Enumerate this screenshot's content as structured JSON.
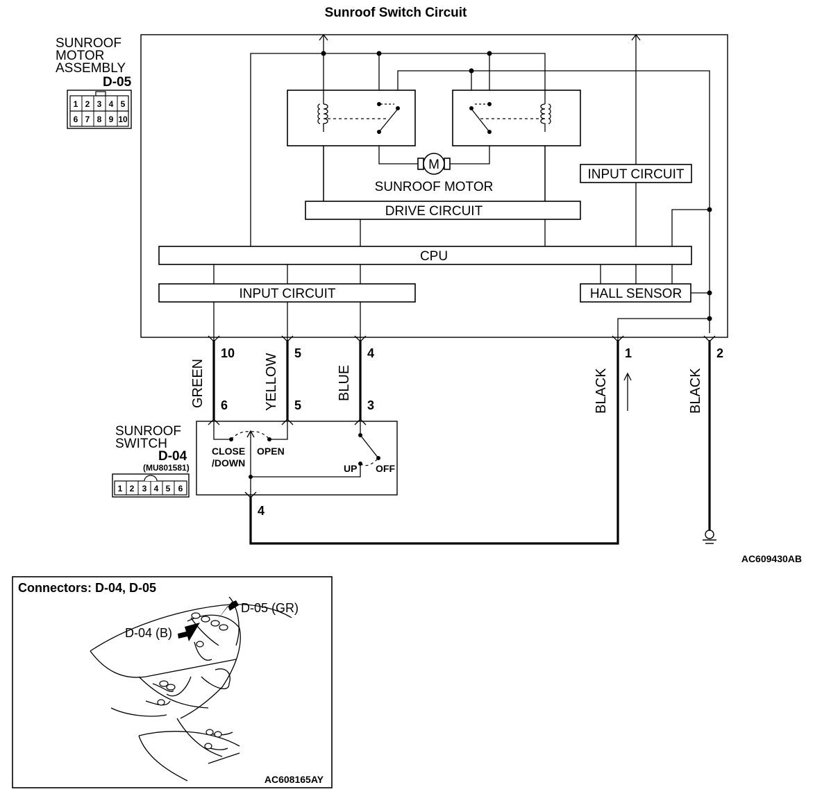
{
  "title": "Sunroof Switch Circuit",
  "motor_assembly": {
    "label_lines": [
      "SUNROOF",
      "MOTOR",
      "ASSEMBLY"
    ],
    "connector_id": "D-05",
    "connector_pins_top": [
      "1",
      "2",
      "3",
      "4",
      "5"
    ],
    "connector_pins_bottom": [
      "6",
      "7",
      "8",
      "9",
      "10"
    ]
  },
  "blocks": {
    "motor": "SUNROOF MOTOR",
    "motor_symbol": "M",
    "drive_circuit": "DRIVE CIRCUIT",
    "cpu": "CPU",
    "input_circuit_top": "INPUT CIRCUIT",
    "input_circuit_bottom": "INPUT CIRCUIT",
    "hall_sensor": "HALL SENSOR"
  },
  "wires": {
    "green": {
      "color": "GREEN",
      "pin_top": "10",
      "pin_bottom": "6"
    },
    "yellow": {
      "color": "YELLOW",
      "pin_top": "5",
      "pin_bottom": "5"
    },
    "blue": {
      "color": "BLUE",
      "pin_top": "4",
      "pin_bottom": "3"
    },
    "black1": {
      "color": "BLACK",
      "pin_top": "1"
    },
    "black2": {
      "color": "BLACK",
      "pin_top": "2"
    }
  },
  "sunroof_switch": {
    "label_lines": [
      "SUNROOF",
      "SWITCH"
    ],
    "connector_id": "D-04",
    "part_number": "(MU801581)",
    "connector_pins": [
      "1",
      "2",
      "3",
      "4",
      "5",
      "6"
    ],
    "close_down_lines": [
      "CLOSE",
      "/DOWN"
    ],
    "open": "OPEN",
    "up": "UP",
    "off": "OFF",
    "ground_pin": "4"
  },
  "figure_code_top": "AC609430AB",
  "connectors_panel": {
    "title": "Connectors: D-04, D-05",
    "d05_label": "D-05 (GR)",
    "d04_label": "D-04 (B)",
    "figure_code": "AC608165AY"
  }
}
